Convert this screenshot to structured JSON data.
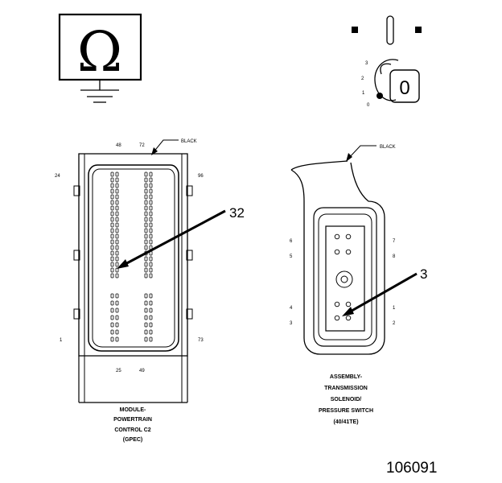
{
  "symbols": {
    "ohmmeter": {
      "glyph": "Ω",
      "icon": "ohmmeter-ground-icon"
    },
    "ignition": {
      "icon": "ignition-switch-icon",
      "positions": [
        "3",
        "2",
        "1",
        "0"
      ],
      "key_label": "0"
    }
  },
  "left_connector": {
    "color_label": "BLACK",
    "pin_labels": {
      "top_left": "48",
      "top_right": "72",
      "left_top": "24",
      "right_top": "96",
      "left_bottom": "1",
      "right_bottom": "73",
      "bottom_left": "25",
      "bottom_right": "49"
    },
    "callout": "32",
    "caption": [
      "MODULE-",
      "POWERTRAIN",
      "CONTROL C2",
      "(GPEC)"
    ]
  },
  "right_connector": {
    "color_label": "BLACK",
    "pin_labels": {
      "l1": "6",
      "l2": "5",
      "l3": "4",
      "l4": "3",
      "r1": "7",
      "r2": "8",
      "r3": "1",
      "r4": "2"
    },
    "callout": "3",
    "caption": [
      "ASSEMBLY-",
      "TRANSMISSION",
      "SOLENOID/",
      "PRESSURE SWITCH",
      "(40/41TE)"
    ]
  },
  "figure_number": "106091"
}
